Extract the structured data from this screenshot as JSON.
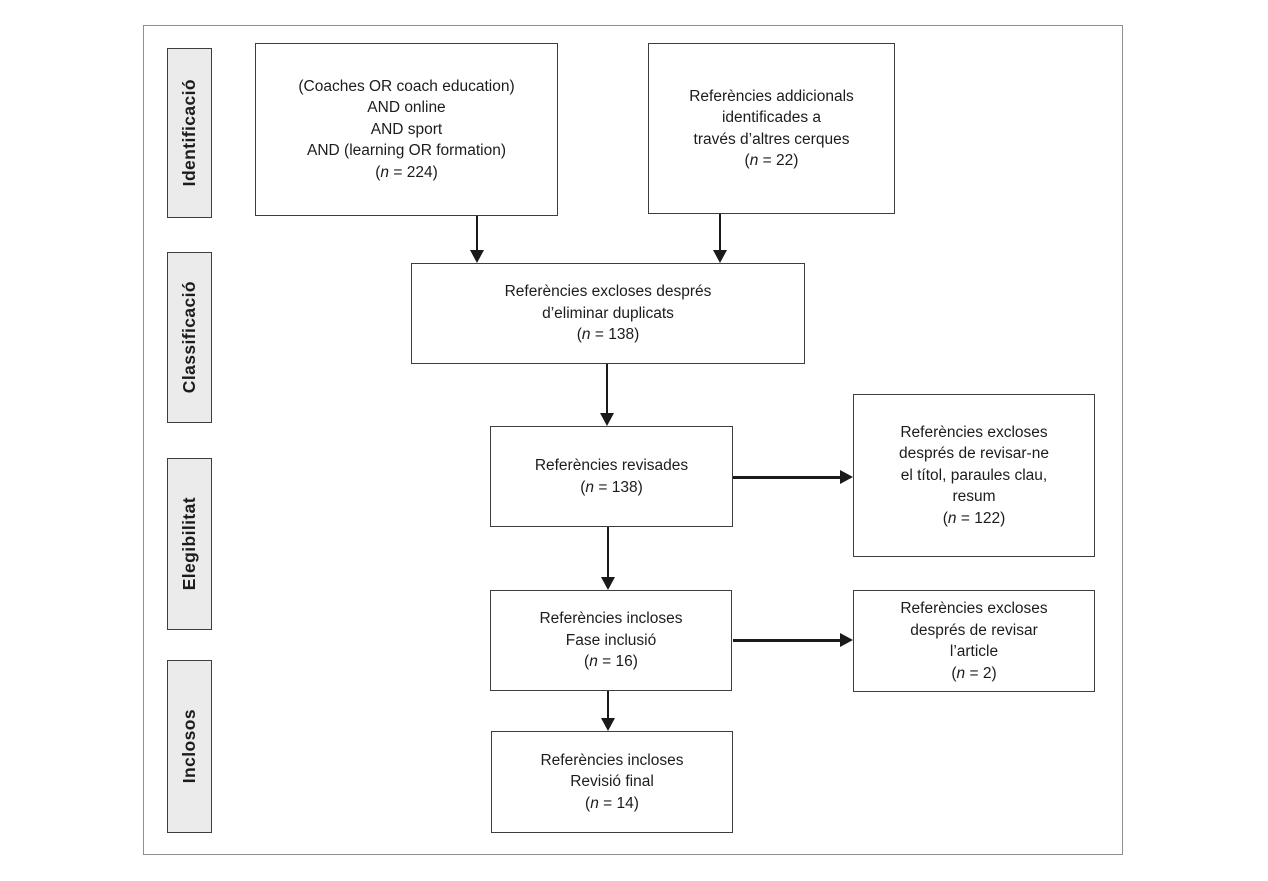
{
  "colors": {
    "box_border": "#3d3d3d",
    "stage_fill": "#ebebeb",
    "arrow": "#1a1a1a",
    "frame_border": "#8f8f8f",
    "text": "#1c1c1c"
  },
  "diagram": {
    "stages": [
      {
        "label": "Identificació"
      },
      {
        "label": "Classificació"
      },
      {
        "label": "Elegibilitat"
      },
      {
        "label": "Inclosos"
      }
    ],
    "boxes": {
      "search_query": {
        "lines": [
          "(Coaches OR coach education)",
          "AND online",
          "AND sport",
          "AND (learning OR formation)",
          "(n = 224)"
        ]
      },
      "additional_refs": {
        "lines": [
          "Referències addicionals",
          "identificades a",
          "través d’altres cerques",
          "(n = 22)"
        ]
      },
      "after_duplicates": {
        "lines": [
          "Referències excloses després",
          "d’eliminar duplicats",
          "(n = 138)"
        ]
      },
      "reviewed": {
        "lines": [
          "Referències revisades",
          "(n = 138)"
        ]
      },
      "excluded_title_abstract": {
        "lines": [
          "Referències excloses",
          "després de revisar-ne",
          "el títol, paraules clau,",
          "resum",
          "(n = 122)"
        ]
      },
      "included_inclusion_phase": {
        "lines": [
          "Referències incloses",
          "Fase inclusió",
          "(n = 16)"
        ]
      },
      "excluded_full_article": {
        "lines": [
          "Referències excloses",
          "després de revisar",
          "l’article",
          "(n = 2)"
        ]
      },
      "included_final_review": {
        "lines": [
          "Referències incloses",
          "Revisió final",
          "(n = 14)"
        ]
      }
    }
  }
}
